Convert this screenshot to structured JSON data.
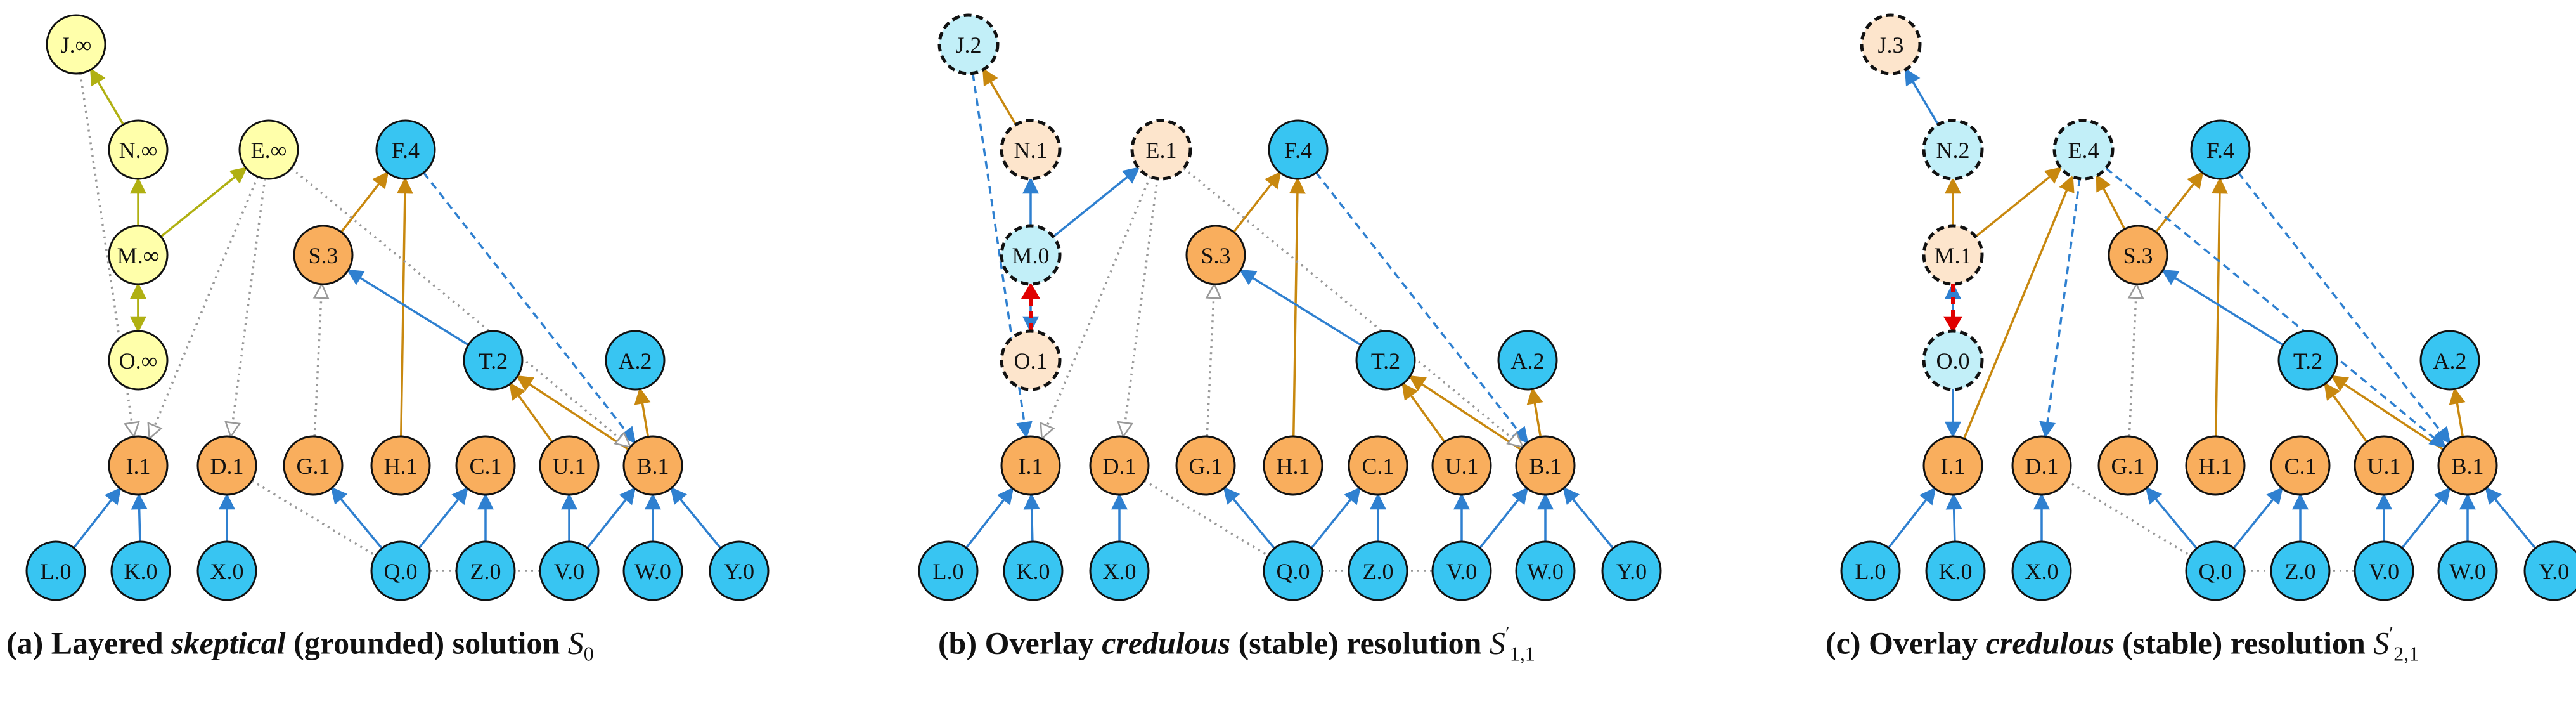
{
  "colors": {
    "yellow": "#ffffaa",
    "light_blue": "#c2eff8",
    "peach": "#fde5cc",
    "blue": "#38c5f2",
    "orange": "#f9ae5d",
    "blue_edge": "#2f80d0",
    "gold_edge": "#c8880f",
    "olive_edge": "#b0b012",
    "gray_edge": "#999999",
    "red_edge": "#e00000"
  },
  "captions": [
    {
      "prefix": "(a) Layered ",
      "em": "skeptical",
      "middle": " (grounded) solution ",
      "sym": "S",
      "sub": "0",
      "sup": ""
    },
    {
      "prefix": "(b) Overlay ",
      "em": "credulous",
      "middle": " (stable) resolution ",
      "sym": "S",
      "sub": "1,1",
      "sup": "′"
    },
    {
      "prefix": "(c) Overlay ",
      "em": "credulous",
      "middle": " (stable) resolution ",
      "sym": "S",
      "sub": "2,1",
      "sup": "′"
    }
  ],
  "panels": [
    {
      "id": "a",
      "nodes": {
        "J": {
          "label": "J.∞",
          "style": "yellow"
        },
        "N": {
          "label": "N.∞",
          "style": "yellow"
        },
        "E": {
          "label": "E.∞",
          "style": "yellow"
        },
        "F": {
          "label": "F.4",
          "style": "blue"
        },
        "M": {
          "label": "M.∞",
          "style": "yellow"
        },
        "S": {
          "label": "S.3",
          "style": "orange"
        },
        "O": {
          "label": "O.∞",
          "style": "yellow"
        },
        "T": {
          "label": "T.2",
          "style": "blue"
        },
        "A": {
          "label": "A.2",
          "style": "blue"
        },
        "I": {
          "label": "I.1",
          "style": "orange"
        },
        "D": {
          "label": "D.1",
          "style": "orange"
        },
        "G": {
          "label": "G.1",
          "style": "orange"
        },
        "H": {
          "label": "H.1",
          "style": "orange"
        },
        "C": {
          "label": "C.1",
          "style": "orange"
        },
        "U": {
          "label": "U.1",
          "style": "orange"
        },
        "B": {
          "label": "B.1",
          "style": "orange"
        },
        "L": {
          "label": "L.0",
          "style": "blue"
        },
        "K": {
          "label": "K.0",
          "style": "blue"
        },
        "X": {
          "label": "X.0",
          "style": "blue"
        },
        "Q": {
          "label": "Q.0",
          "style": "blue"
        },
        "Z": {
          "label": "Z.0",
          "style": "blue"
        },
        "V": {
          "label": "V.0",
          "style": "blue"
        },
        "W": {
          "label": "W.0",
          "style": "blue"
        },
        "Y": {
          "label": "Y.0",
          "style": "blue"
        }
      },
      "edges": [
        [
          "N",
          "J",
          "olive",
          "solid"
        ],
        [
          "M",
          "N",
          "olive",
          "solid"
        ],
        [
          "M",
          "E",
          "olive",
          "solid"
        ],
        [
          "M",
          "O",
          "olive",
          "solid"
        ],
        [
          "O",
          "M",
          "olive",
          "solid"
        ],
        [
          "S",
          "F",
          "gold",
          "solid"
        ],
        [
          "H",
          "F",
          "gold",
          "solid"
        ],
        [
          "T",
          "S",
          "blue",
          "solid"
        ],
        [
          "U",
          "T",
          "gold",
          "solid"
        ],
        [
          "B",
          "T",
          "gold",
          "solid"
        ],
        [
          "B",
          "A",
          "gold",
          "solid"
        ],
        [
          "F",
          "B",
          "blue",
          "dashed"
        ],
        [
          "L",
          "I",
          "blue",
          "solid"
        ],
        [
          "K",
          "I",
          "blue",
          "solid"
        ],
        [
          "X",
          "D",
          "blue",
          "solid"
        ],
        [
          "Q",
          "G",
          "blue",
          "solid"
        ],
        [
          "Q",
          "C",
          "blue",
          "solid"
        ],
        [
          "Z",
          "C",
          "blue",
          "solid"
        ],
        [
          "V",
          "U",
          "blue",
          "solid"
        ],
        [
          "V",
          "B",
          "blue",
          "solid"
        ],
        [
          "W",
          "B",
          "blue",
          "solid"
        ],
        [
          "Y",
          "B",
          "blue",
          "solid"
        ],
        [
          "J",
          "I",
          "gray",
          "dotted"
        ],
        [
          "E",
          "I",
          "gray",
          "dotted"
        ],
        [
          "E",
          "D",
          "gray",
          "dotted"
        ],
        [
          "G",
          "S",
          "gray",
          "dotted"
        ],
        [
          "E",
          "B",
          "gray",
          "dotted"
        ],
        [
          "D",
          "Q",
          "gray",
          "plain"
        ],
        [
          "Q",
          "V",
          "gray",
          "plain"
        ]
      ]
    },
    {
      "id": "b",
      "nodes": {
        "J": {
          "label": "J.2",
          "style": "light_blue"
        },
        "N": {
          "label": "N.1",
          "style": "peach"
        },
        "E": {
          "label": "E.1",
          "style": "peach"
        },
        "F": {
          "label": "F.4",
          "style": "blue"
        },
        "M": {
          "label": "M.0",
          "style": "light_blue"
        },
        "S": {
          "label": "S.3",
          "style": "orange"
        },
        "O": {
          "label": "O.1",
          "style": "peach"
        },
        "T": {
          "label": "T.2",
          "style": "blue"
        },
        "A": {
          "label": "A.2",
          "style": "blue"
        },
        "I": {
          "label": "I.1",
          "style": "orange"
        },
        "D": {
          "label": "D.1",
          "style": "orange"
        },
        "G": {
          "label": "G.1",
          "style": "orange"
        },
        "H": {
          "label": "H.1",
          "style": "orange"
        },
        "C": {
          "label": "C.1",
          "style": "orange"
        },
        "U": {
          "label": "U.1",
          "style": "orange"
        },
        "B": {
          "label": "B.1",
          "style": "orange"
        },
        "L": {
          "label": "L.0",
          "style": "blue"
        },
        "K": {
          "label": "K.0",
          "style": "blue"
        },
        "X": {
          "label": "X.0",
          "style": "blue"
        },
        "Q": {
          "label": "Q.0",
          "style": "blue"
        },
        "Z": {
          "label": "Z.0",
          "style": "blue"
        },
        "V": {
          "label": "V.0",
          "style": "blue"
        },
        "W": {
          "label": "W.0",
          "style": "blue"
        },
        "Y": {
          "label": "Y.0",
          "style": "blue"
        }
      },
      "edges": [
        [
          "N",
          "J",
          "gold",
          "solid"
        ],
        [
          "M",
          "N",
          "blue",
          "solid"
        ],
        [
          "M",
          "E",
          "blue",
          "solid"
        ],
        [
          "M",
          "O",
          "blue",
          "solid"
        ],
        [
          "O",
          "M",
          "red",
          "dashed"
        ],
        [
          "S",
          "F",
          "gold",
          "solid"
        ],
        [
          "H",
          "F",
          "gold",
          "solid"
        ],
        [
          "T",
          "S",
          "blue",
          "solid"
        ],
        [
          "U",
          "T",
          "gold",
          "solid"
        ],
        [
          "B",
          "T",
          "gold",
          "solid"
        ],
        [
          "B",
          "A",
          "gold",
          "solid"
        ],
        [
          "F",
          "B",
          "blue",
          "dashed"
        ],
        [
          "J",
          "I",
          "blue",
          "dashed"
        ],
        [
          "L",
          "I",
          "blue",
          "solid"
        ],
        [
          "K",
          "I",
          "blue",
          "solid"
        ],
        [
          "X",
          "D",
          "blue",
          "solid"
        ],
        [
          "Q",
          "G",
          "blue",
          "solid"
        ],
        [
          "Q",
          "C",
          "blue",
          "solid"
        ],
        [
          "Z",
          "C",
          "blue",
          "solid"
        ],
        [
          "V",
          "U",
          "blue",
          "solid"
        ],
        [
          "V",
          "B",
          "blue",
          "solid"
        ],
        [
          "W",
          "B",
          "blue",
          "solid"
        ],
        [
          "Y",
          "B",
          "blue",
          "solid"
        ],
        [
          "E",
          "I",
          "gray",
          "dotted"
        ],
        [
          "E",
          "D",
          "gray",
          "dotted"
        ],
        [
          "G",
          "S",
          "gray",
          "dotted"
        ],
        [
          "E",
          "B",
          "gray",
          "dotted"
        ],
        [
          "D",
          "Q",
          "gray",
          "plain"
        ],
        [
          "Q",
          "V",
          "gray",
          "plain"
        ]
      ]
    },
    {
      "id": "c",
      "nodes": {
        "J": {
          "label": "J.3",
          "style": "peach"
        },
        "N": {
          "label": "N.2",
          "style": "light_blue"
        },
        "E": {
          "label": "E.4",
          "style": "light_blue"
        },
        "F": {
          "label": "F.4",
          "style": "blue"
        },
        "M": {
          "label": "M.1",
          "style": "peach"
        },
        "S": {
          "label": "S.3",
          "style": "orange"
        },
        "O": {
          "label": "O.0",
          "style": "light_blue"
        },
        "T": {
          "label": "T.2",
          "style": "blue"
        },
        "A": {
          "label": "A.2",
          "style": "blue"
        },
        "I": {
          "label": "I.1",
          "style": "orange"
        },
        "D": {
          "label": "D.1",
          "style": "orange"
        },
        "G": {
          "label": "G.1",
          "style": "orange"
        },
        "H": {
          "label": "H.1",
          "style": "orange"
        },
        "C": {
          "label": "C.1",
          "style": "orange"
        },
        "U": {
          "label": "U.1",
          "style": "orange"
        },
        "B": {
          "label": "B.1",
          "style": "orange"
        },
        "L": {
          "label": "L.0",
          "style": "blue"
        },
        "K": {
          "label": "K.0",
          "style": "blue"
        },
        "X": {
          "label": "X.0",
          "style": "blue"
        },
        "Q": {
          "label": "Q.0",
          "style": "blue"
        },
        "Z": {
          "label": "Z.0",
          "style": "blue"
        },
        "V": {
          "label": "V.0",
          "style": "blue"
        },
        "W": {
          "label": "W.0",
          "style": "blue"
        },
        "Y": {
          "label": "Y.0",
          "style": "blue"
        }
      },
      "edges": [
        [
          "N",
          "J",
          "blue",
          "solid"
        ],
        [
          "M",
          "N",
          "gold",
          "solid"
        ],
        [
          "M",
          "E",
          "gold",
          "solid"
        ],
        [
          "O",
          "M",
          "blue",
          "solid"
        ],
        [
          "M",
          "O",
          "red",
          "dashed"
        ],
        [
          "S",
          "E",
          "gold",
          "solid"
        ],
        [
          "S",
          "F",
          "gold",
          "solid"
        ],
        [
          "H",
          "F",
          "gold",
          "solid"
        ],
        [
          "T",
          "S",
          "blue",
          "solid"
        ],
        [
          "U",
          "T",
          "gold",
          "solid"
        ],
        [
          "B",
          "T",
          "gold",
          "solid"
        ],
        [
          "B",
          "A",
          "gold",
          "solid"
        ],
        [
          "F",
          "B",
          "blue",
          "dashed"
        ],
        [
          "E",
          "D",
          "blue",
          "dashed"
        ],
        [
          "E",
          "B",
          "blue",
          "dashed"
        ],
        [
          "O",
          "I",
          "blue",
          "solid"
        ],
        [
          "I",
          "E",
          "gold",
          "solid"
        ],
        [
          "L",
          "I",
          "blue",
          "solid"
        ],
        [
          "K",
          "I",
          "blue",
          "solid"
        ],
        [
          "X",
          "D",
          "blue",
          "solid"
        ],
        [
          "Q",
          "G",
          "blue",
          "solid"
        ],
        [
          "Q",
          "C",
          "blue",
          "solid"
        ],
        [
          "Z",
          "C",
          "blue",
          "solid"
        ],
        [
          "V",
          "U",
          "blue",
          "solid"
        ],
        [
          "V",
          "B",
          "blue",
          "solid"
        ],
        [
          "W",
          "B",
          "blue",
          "solid"
        ],
        [
          "Y",
          "B",
          "blue",
          "solid"
        ],
        [
          "G",
          "S",
          "gray",
          "dotted"
        ],
        [
          "D",
          "Q",
          "gray",
          "plain"
        ],
        [
          "Q",
          "V",
          "gray",
          "plain"
        ]
      ]
    }
  ]
}
